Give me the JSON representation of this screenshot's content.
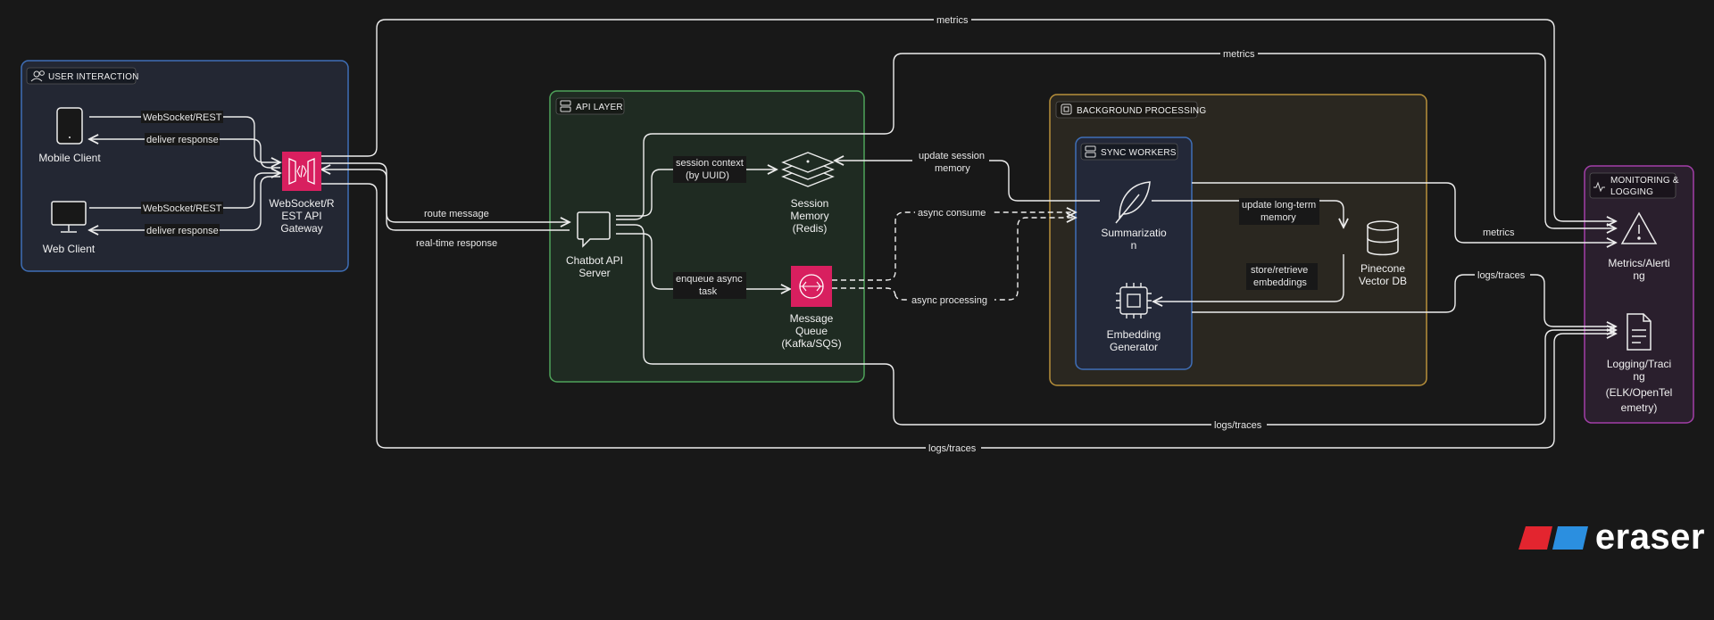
{
  "groups": {
    "user_interaction": "USER INTERACTION",
    "api_layer": "API LAYER",
    "background_processing": "BACKGROUND PROCESSING",
    "sync_workers": "SYNC WORKERS",
    "monitoring": [
      "MONITORING &",
      "LOGGING"
    ]
  },
  "nodes": {
    "mobile_client": [
      "Mobile Client"
    ],
    "web_client": [
      "Web Client"
    ],
    "gateway": [
      "WebSocket/R",
      "EST API",
      "Gateway"
    ],
    "chatbot_api": [
      "Chatbot API",
      "Server"
    ],
    "session_memory": [
      "Session",
      "Memory",
      "(Redis)"
    ],
    "message_queue": [
      "Message",
      "Queue",
      "(Kafka/SQS)"
    ],
    "summarization": [
      "Summarizatio",
      "n"
    ],
    "embedding_generator": [
      "Embedding",
      "Generator"
    ],
    "pinecone": [
      "Pinecone",
      "Vector DB"
    ],
    "metrics_alerting": [
      "Metrics/Alerti",
      "ng"
    ],
    "logging_tracing": [
      "Logging/Traci",
      "ng",
      "(ELK/OpenTel",
      "emetry)"
    ]
  },
  "edges": {
    "ws_rest_mobile": "WebSocket/REST",
    "deliver_mobile": "deliver response",
    "ws_rest_web": "WebSocket/REST",
    "deliver_web": "deliver response",
    "route_message": "route message",
    "realtime_response": "real-time response",
    "session_context": [
      "session context",
      "(by UUID)"
    ],
    "enqueue_async": [
      "enqueue async",
      "task"
    ],
    "update_session_memory": [
      "update session",
      "memory"
    ],
    "async_consume": "async consume",
    "async_processing": "async processing",
    "update_longterm": [
      "update long-term",
      "memory"
    ],
    "store_retrieve": [
      "store/retrieve",
      "embeddings"
    ],
    "metrics_top": "metrics",
    "metrics_mid": "metrics",
    "metrics_bg": "metrics",
    "logs_bg": "logs/traces",
    "logs_api": "logs/traces",
    "logs_gateway": "logs/traces"
  },
  "brand": {
    "name": "eraser"
  },
  "colors": {
    "user_interaction": "#3f6fb8",
    "api_layer": "#4fa35a",
    "background_processing": "#b8903a",
    "sync_workers": "#3f6fb8",
    "monitoring": "#a23fa8",
    "aws_pink": "#d81f5f",
    "brand_red": "#e3252f",
    "brand_blue": "#2b8fe0"
  }
}
